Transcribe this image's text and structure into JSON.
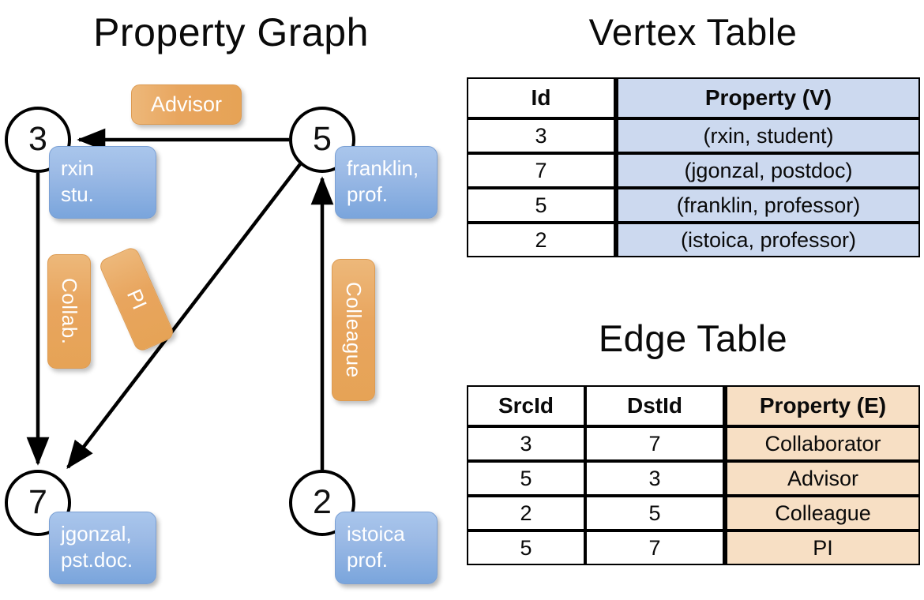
{
  "titles": {
    "property_graph": "Property Graph",
    "vertex_table": "Vertex Table",
    "edge_table": "Edge Table"
  },
  "colors": {
    "vertex_property_fill": "#ccd9ef",
    "edge_property_fill": "#f7dfc4",
    "node_box_blue": "#9dbbe6",
    "edge_label_orange": "#e8a55e",
    "stroke": "#000000"
  },
  "graph": {
    "nodes": [
      {
        "id": "3",
        "property_line1": "rxin",
        "property_line2": "stu."
      },
      {
        "id": "5",
        "property_line1": "franklin,",
        "property_line2": "prof."
      },
      {
        "id": "7",
        "property_line1": "jgonzal,",
        "property_line2": "pst.doc."
      },
      {
        "id": "2",
        "property_line1": "istoica",
        "property_line2": "prof."
      }
    ],
    "edge_labels": [
      {
        "name": "advisor",
        "text": "Advisor"
      },
      {
        "name": "collab",
        "text": "Collab."
      },
      {
        "name": "pi",
        "text": "PI"
      },
      {
        "name": "colleague",
        "text": "Colleague"
      }
    ],
    "edges": [
      {
        "from": "5",
        "to": "3",
        "label": "Advisor"
      },
      {
        "from": "3",
        "to": "7",
        "label": "Collab."
      },
      {
        "from": "5",
        "to": "7",
        "label": "PI"
      },
      {
        "from": "2",
        "to": "5",
        "label": "Colleague"
      }
    ]
  },
  "vertex_table": {
    "headers": [
      "Id",
      "Property (V)"
    ],
    "rows": [
      {
        "id": "3",
        "property": "(rxin, student)"
      },
      {
        "id": "7",
        "property": "(jgonzal, postdoc)"
      },
      {
        "id": "5",
        "property": "(franklin, professor)"
      },
      {
        "id": "2",
        "property": "(istoica, professor)"
      }
    ]
  },
  "edge_table": {
    "headers": [
      "SrcId",
      "DstId",
      "Property (E)"
    ],
    "rows": [
      {
        "src": "3",
        "dst": "7",
        "property": "Collaborator"
      },
      {
        "src": "5",
        "dst": "3",
        "property": "Advisor"
      },
      {
        "src": "2",
        "dst": "5",
        "property": "Colleague"
      },
      {
        "src": "5",
        "dst": "7",
        "property": "PI"
      }
    ]
  }
}
